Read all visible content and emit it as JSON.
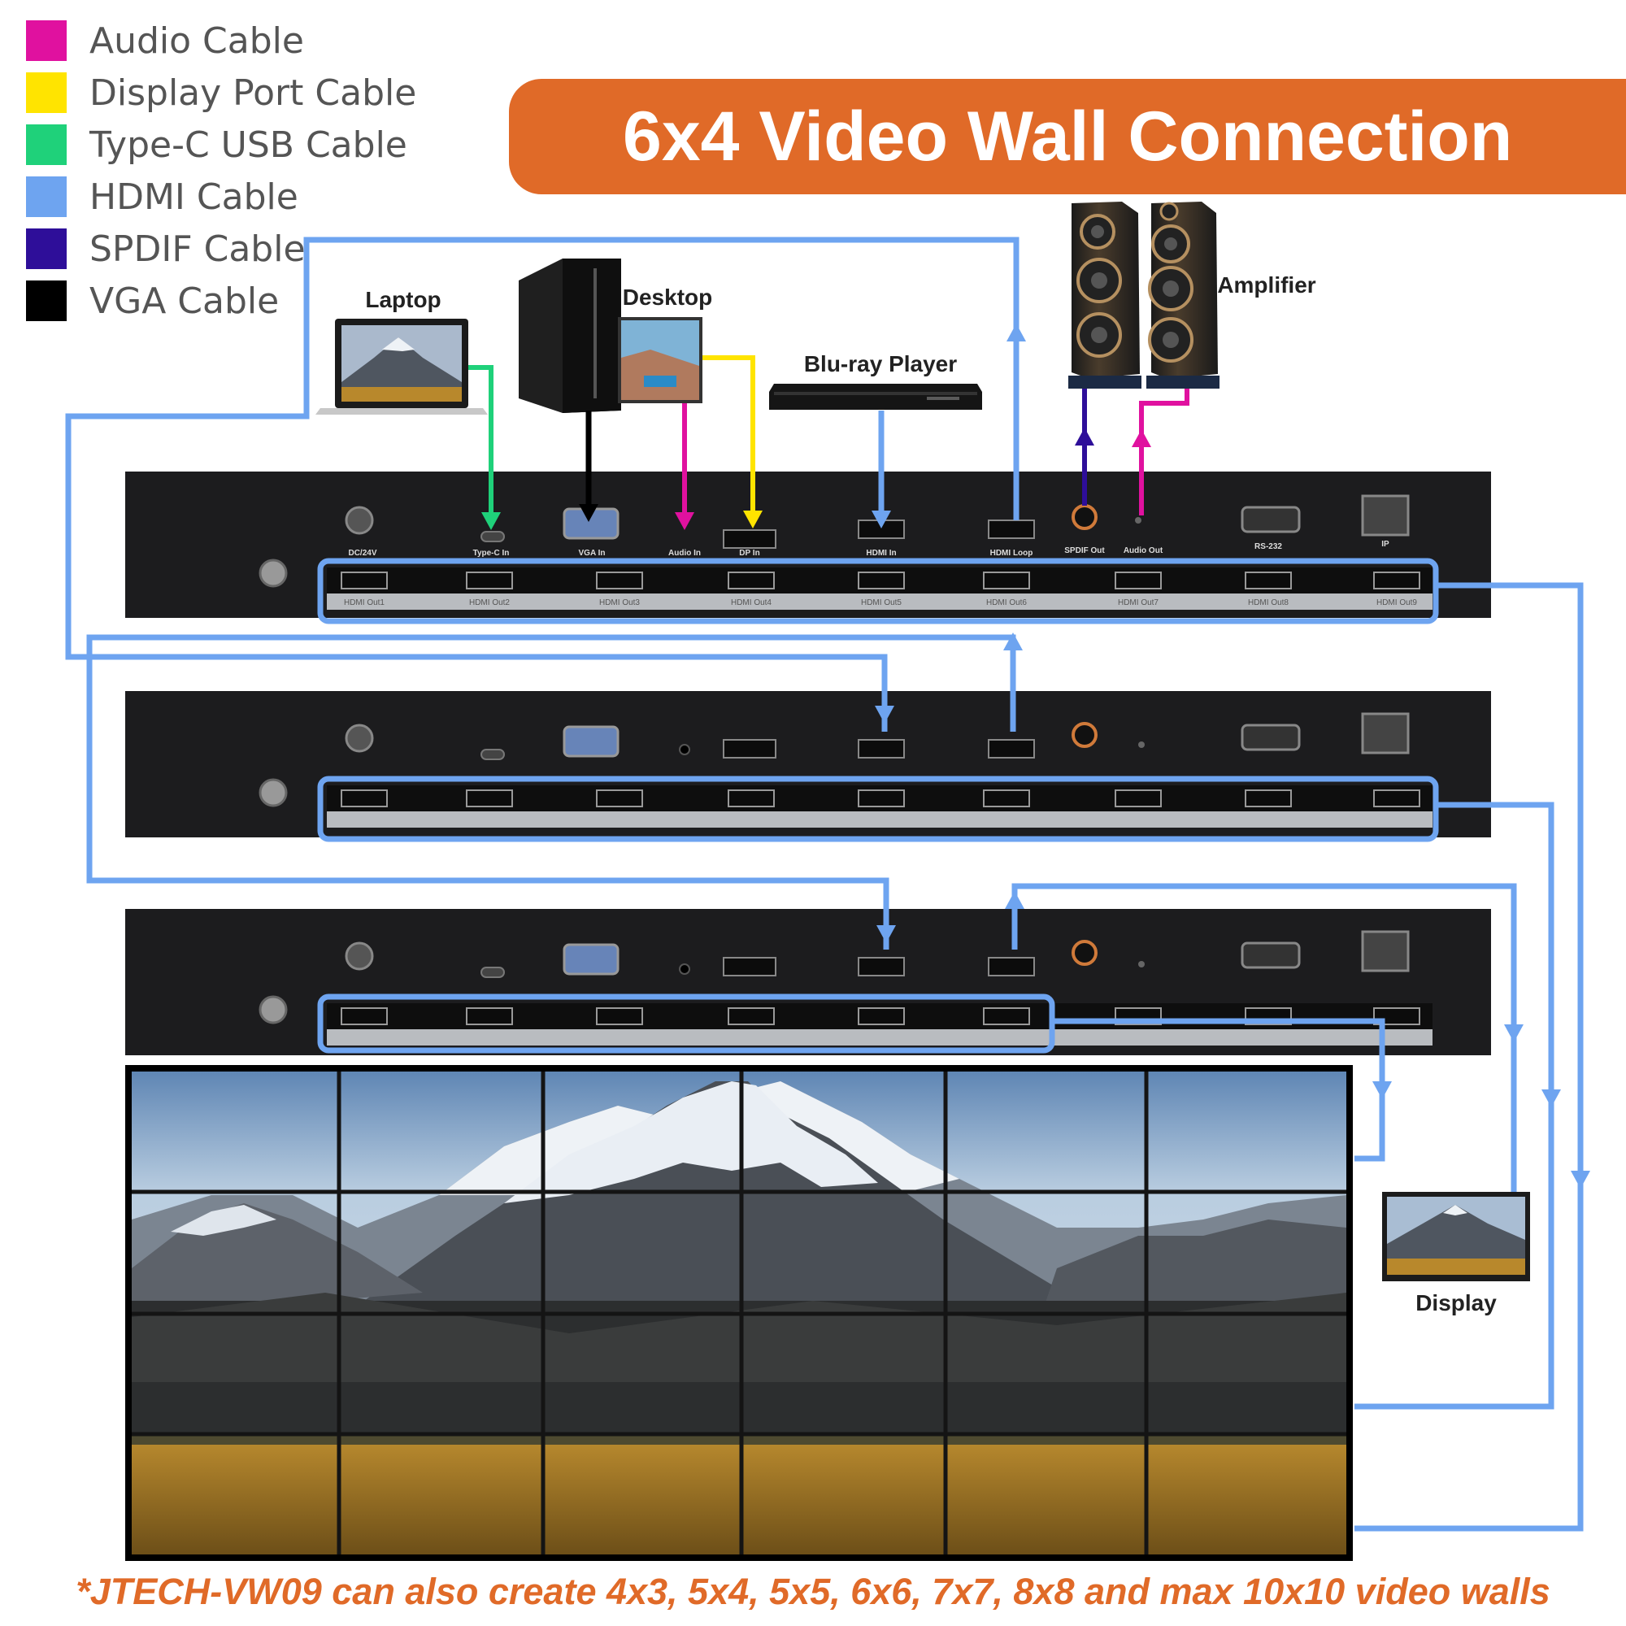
{
  "legend": [
    {
      "label": "Audio Cable",
      "color": "#e0119f"
    },
    {
      "label": "Display Port Cable",
      "color": "#ffe400"
    },
    {
      "label": "Type-C USB Cable",
      "color": "#1fd17a"
    },
    {
      "label": "HDMI Cable",
      "color": "#6ea4f0"
    },
    {
      "label": "SPDIF Cable",
      "color": "#2e0e99"
    },
    {
      "label": "VGA Cable",
      "color": "#000000"
    }
  ],
  "title": "6x4 Video Wall Connection",
  "devices": {
    "laptop": "Laptop",
    "desktop": "Desktop",
    "bluray": "Blu-ray Player",
    "amplifier": "Amplifier",
    "display": "Display"
  },
  "ports": {
    "dc": "DC/24V",
    "typec": "Type-C In",
    "vga": "VGA In",
    "audio_in": "Audio In",
    "dp": "DP In",
    "hdmi_in": "HDMI In",
    "hdmi_loop": "HDMI Loop",
    "spdif": "SPDIF Out",
    "audio_out": "Audio Out",
    "rs232": "RS-232",
    "ip": "IP",
    "outputs": [
      "HDMI Out1",
      "HDMI Out2",
      "HDMI Out3",
      "HDMI Out4",
      "HDMI Out5",
      "HDMI Out6",
      "HDMI Out7",
      "HDMI Out8",
      "HDMI Out9"
    ]
  },
  "colors": {
    "banner": "#e06a28",
    "hdmi": "#6ea4f0",
    "device": "#1c1c1e"
  },
  "footnote": "*JTECH-VW09 can also create 4x3, 5x4, 5x5, 6x6, 7x7, 8x8 and max 10x10 video walls"
}
